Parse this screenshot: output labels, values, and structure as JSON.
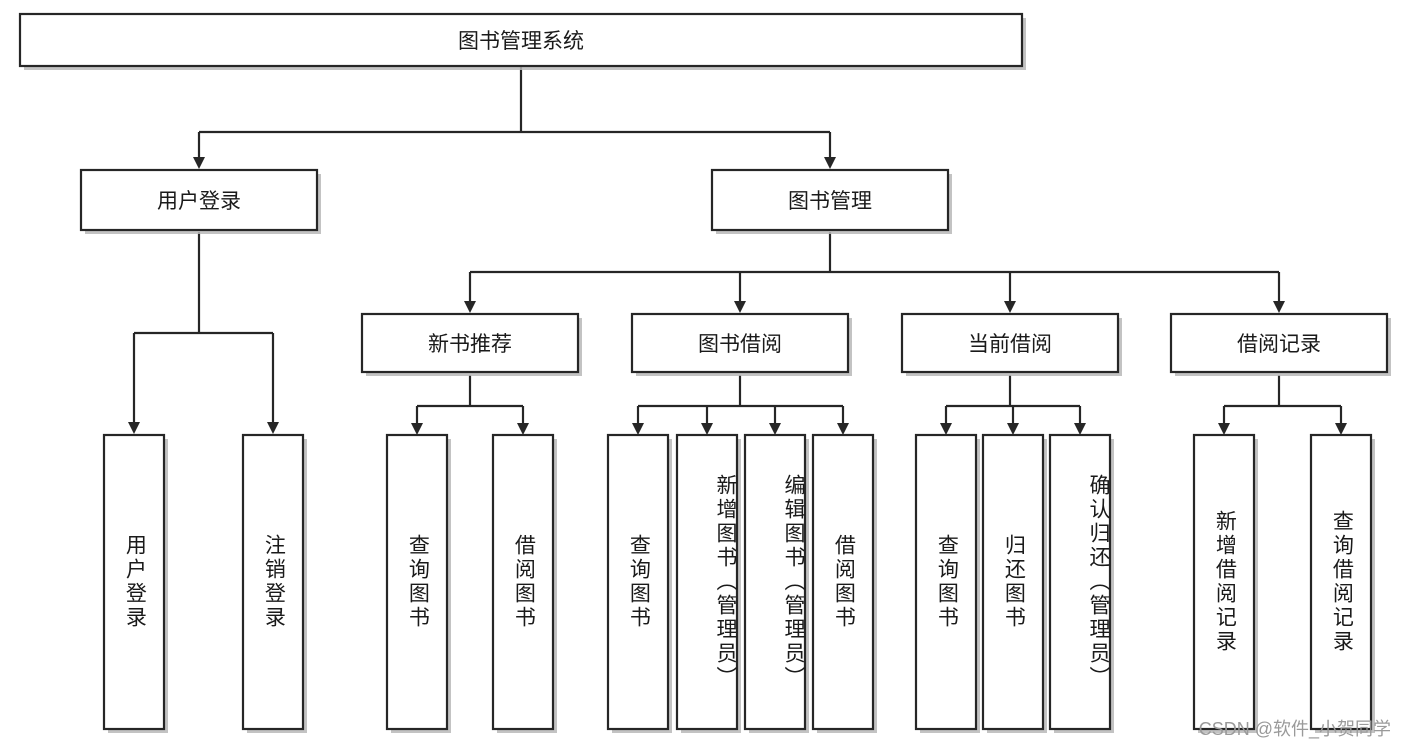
{
  "diagram": {
    "type": "tree",
    "title": "图书管理系统",
    "watermark": "CSDN @软件_小贺同学",
    "colors": {
      "stroke": "#262626",
      "fill": "#ffffff",
      "text": "#1a1a1a",
      "shadow": "#b8b8b8",
      "watermark": "#9a9a9a",
      "background": "#ffffff"
    },
    "root": {
      "label": "图书管理系统",
      "orientation": "horizontal"
    },
    "level2": [
      {
        "label": "用户登录",
        "orientation": "horizontal"
      },
      {
        "label": "图书管理",
        "orientation": "horizontal"
      }
    ],
    "level3": [
      {
        "label": "新书推荐",
        "orientation": "horizontal"
      },
      {
        "label": "图书借阅",
        "orientation": "horizontal"
      },
      {
        "label": "当前借阅",
        "orientation": "horizontal"
      },
      {
        "label": "借阅记录",
        "orientation": "horizontal"
      }
    ],
    "leaves": {
      "user_login": [
        {
          "label": "用户登录",
          "orientation": "vertical"
        },
        {
          "label": "注销登录",
          "orientation": "vertical"
        }
      ],
      "new_book_recommend": [
        {
          "label": "查询图书",
          "orientation": "vertical"
        },
        {
          "label": "借阅图书",
          "orientation": "vertical"
        }
      ],
      "book_borrow": [
        {
          "label": "查询图书",
          "orientation": "vertical"
        },
        {
          "label": "新增图书（管理员）",
          "orientation": "vertical"
        },
        {
          "label": "编辑图书（管理员）",
          "orientation": "vertical"
        },
        {
          "label": "借阅图书",
          "orientation": "vertical"
        }
      ],
      "current_borrow": [
        {
          "label": "查询图书",
          "orientation": "vertical"
        },
        {
          "label": "归还图书",
          "orientation": "vertical"
        },
        {
          "label": "确认归还（管理员）",
          "orientation": "vertical"
        }
      ],
      "borrow_record": [
        {
          "label": "新增借阅记录",
          "orientation": "vertical"
        },
        {
          "label": "查询借阅记录",
          "orientation": "vertical"
        }
      ]
    }
  }
}
